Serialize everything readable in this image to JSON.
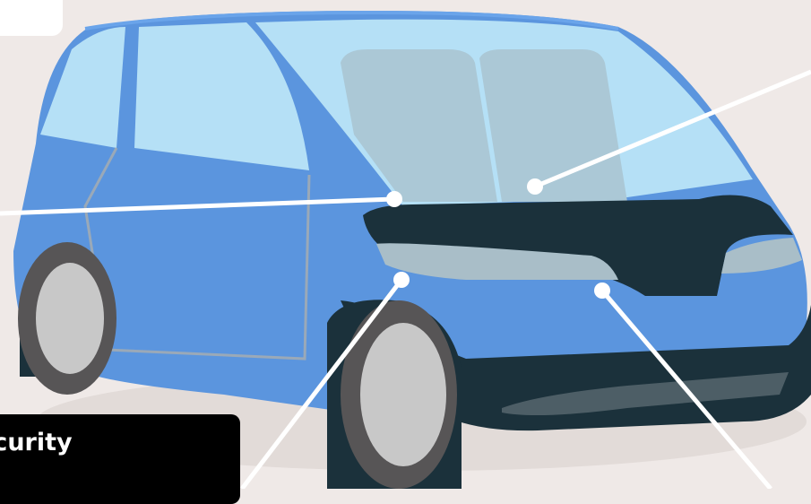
{
  "labels": {
    "feature_label": "ecurity"
  },
  "colors": {
    "background": "#efe9e7",
    "body": "#5b95de",
    "glass": "#b5e0f6",
    "trim": "#1b313b",
    "lamp": "#a9bec8",
    "tire": "#575556",
    "hub": "#c8c8c8",
    "callout": "#ffffff"
  },
  "callouts": [
    {
      "name": "door-callout"
    },
    {
      "name": "windshield-callout"
    },
    {
      "name": "headlight-callout"
    },
    {
      "name": "bumper-callout"
    }
  ]
}
